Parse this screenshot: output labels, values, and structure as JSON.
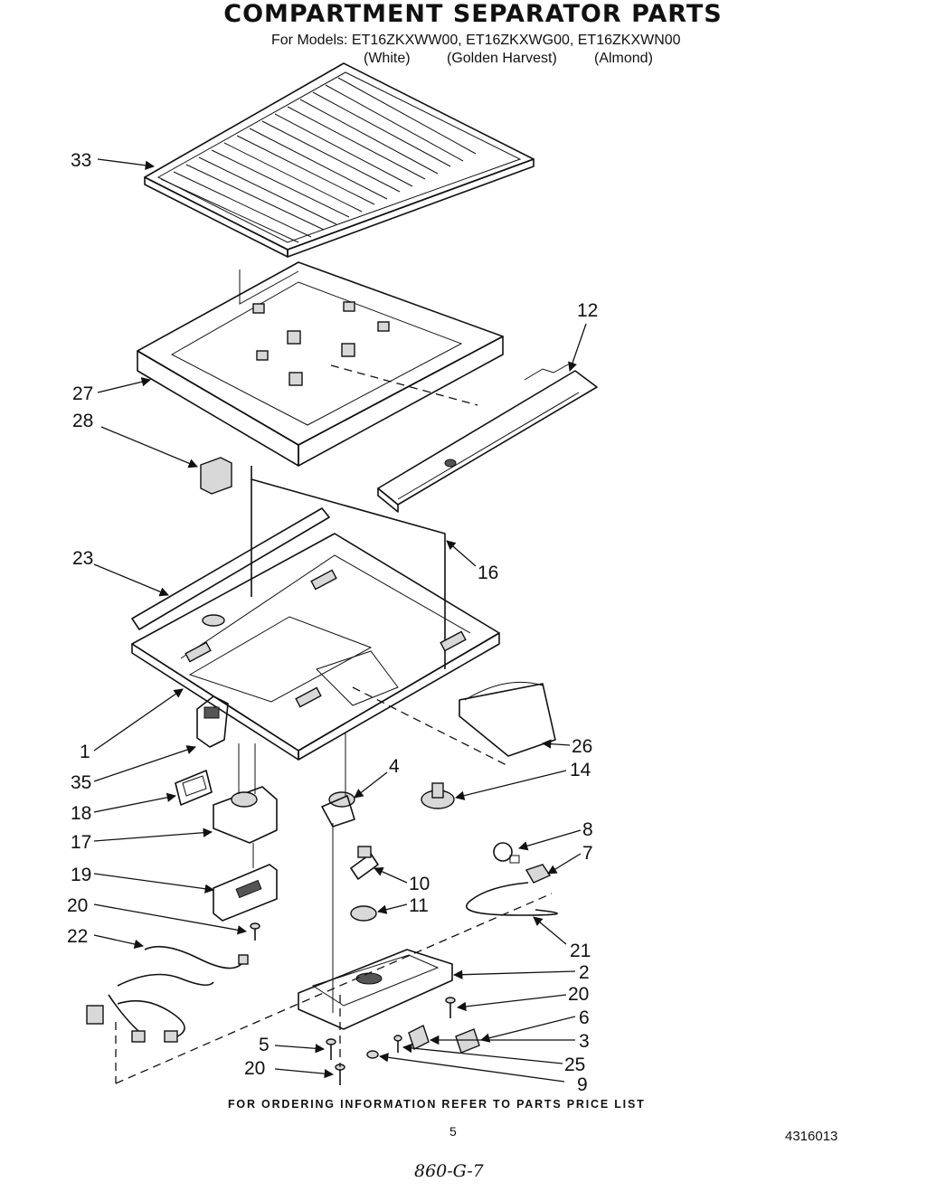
{
  "header": {
    "title": "COMPARTMENT SEPARATOR PARTS",
    "models_line": "For Models: ET16ZKXWW00, ET16ZKXWG00, ET16ZKXWN00",
    "variants": [
      "(White)",
      "(Golden Harvest)",
      "(Almond)"
    ]
  },
  "callouts": {
    "p33": "33",
    "p12": "12",
    "p27": "27",
    "p28": "28",
    "p23": "23",
    "p16": "16",
    "p1": "1",
    "p26": "26",
    "p35": "35",
    "p4": "4",
    "p14": "14",
    "p18": "18",
    "p17": "17",
    "p8": "8",
    "p7": "7",
    "p19": "19",
    "p10": "10",
    "p20a": "20",
    "p11": "11",
    "p22": "22",
    "p21": "21",
    "p2": "2",
    "p20b": "20",
    "p6": "6",
    "p3": "3",
    "p5": "5",
    "p25": "25",
    "p20c": "20",
    "p9": "9"
  },
  "footer": {
    "ordering_note": "FOR ORDERING INFORMATION REFER TO PARTS PRICE LIST",
    "page_number": "5",
    "document_number": "4316013",
    "handwritten_note": "860-G-7"
  }
}
